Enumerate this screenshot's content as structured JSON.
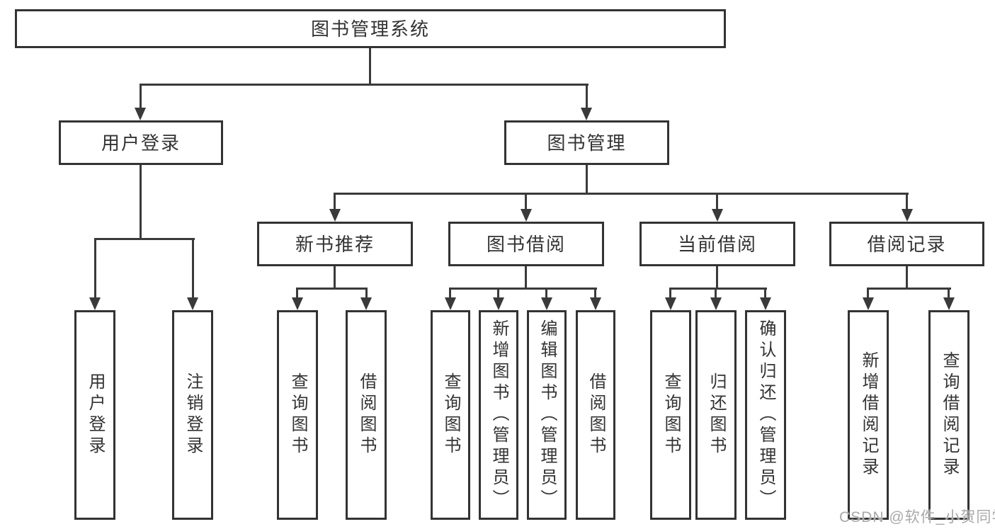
{
  "title": {
    "label": "图书管理系统"
  },
  "level1": [
    {
      "label": "用户登录"
    },
    {
      "label": "图书管理"
    }
  ],
  "level2": [
    {
      "label": "新书推荐"
    },
    {
      "label": "图书借阅"
    },
    {
      "label": "当前借阅"
    },
    {
      "label": "借阅记录"
    }
  ],
  "leafGroups": [
    {
      "items": [
        "用户登录",
        "注销登录"
      ]
    },
    {
      "items": [
        "查询图书",
        "借阅图书"
      ]
    },
    {
      "items": [
        "查询图书",
        "新增图书（管理员）",
        "编辑图书（管理员）",
        "借阅图书"
      ]
    },
    {
      "items": [
        "查询图书",
        "归还图书",
        "确认归还（管理员）"
      ]
    },
    {
      "items": [
        "新增借阅记录",
        "查询借阅记录"
      ]
    }
  ],
  "watermark": "CSDN @软件_小贺同学",
  "colors": {
    "line": "#3a3a3a",
    "border": "#333333",
    "text": "#333333",
    "watermark": "#a9a9a9",
    "background": "#ffffff"
  }
}
